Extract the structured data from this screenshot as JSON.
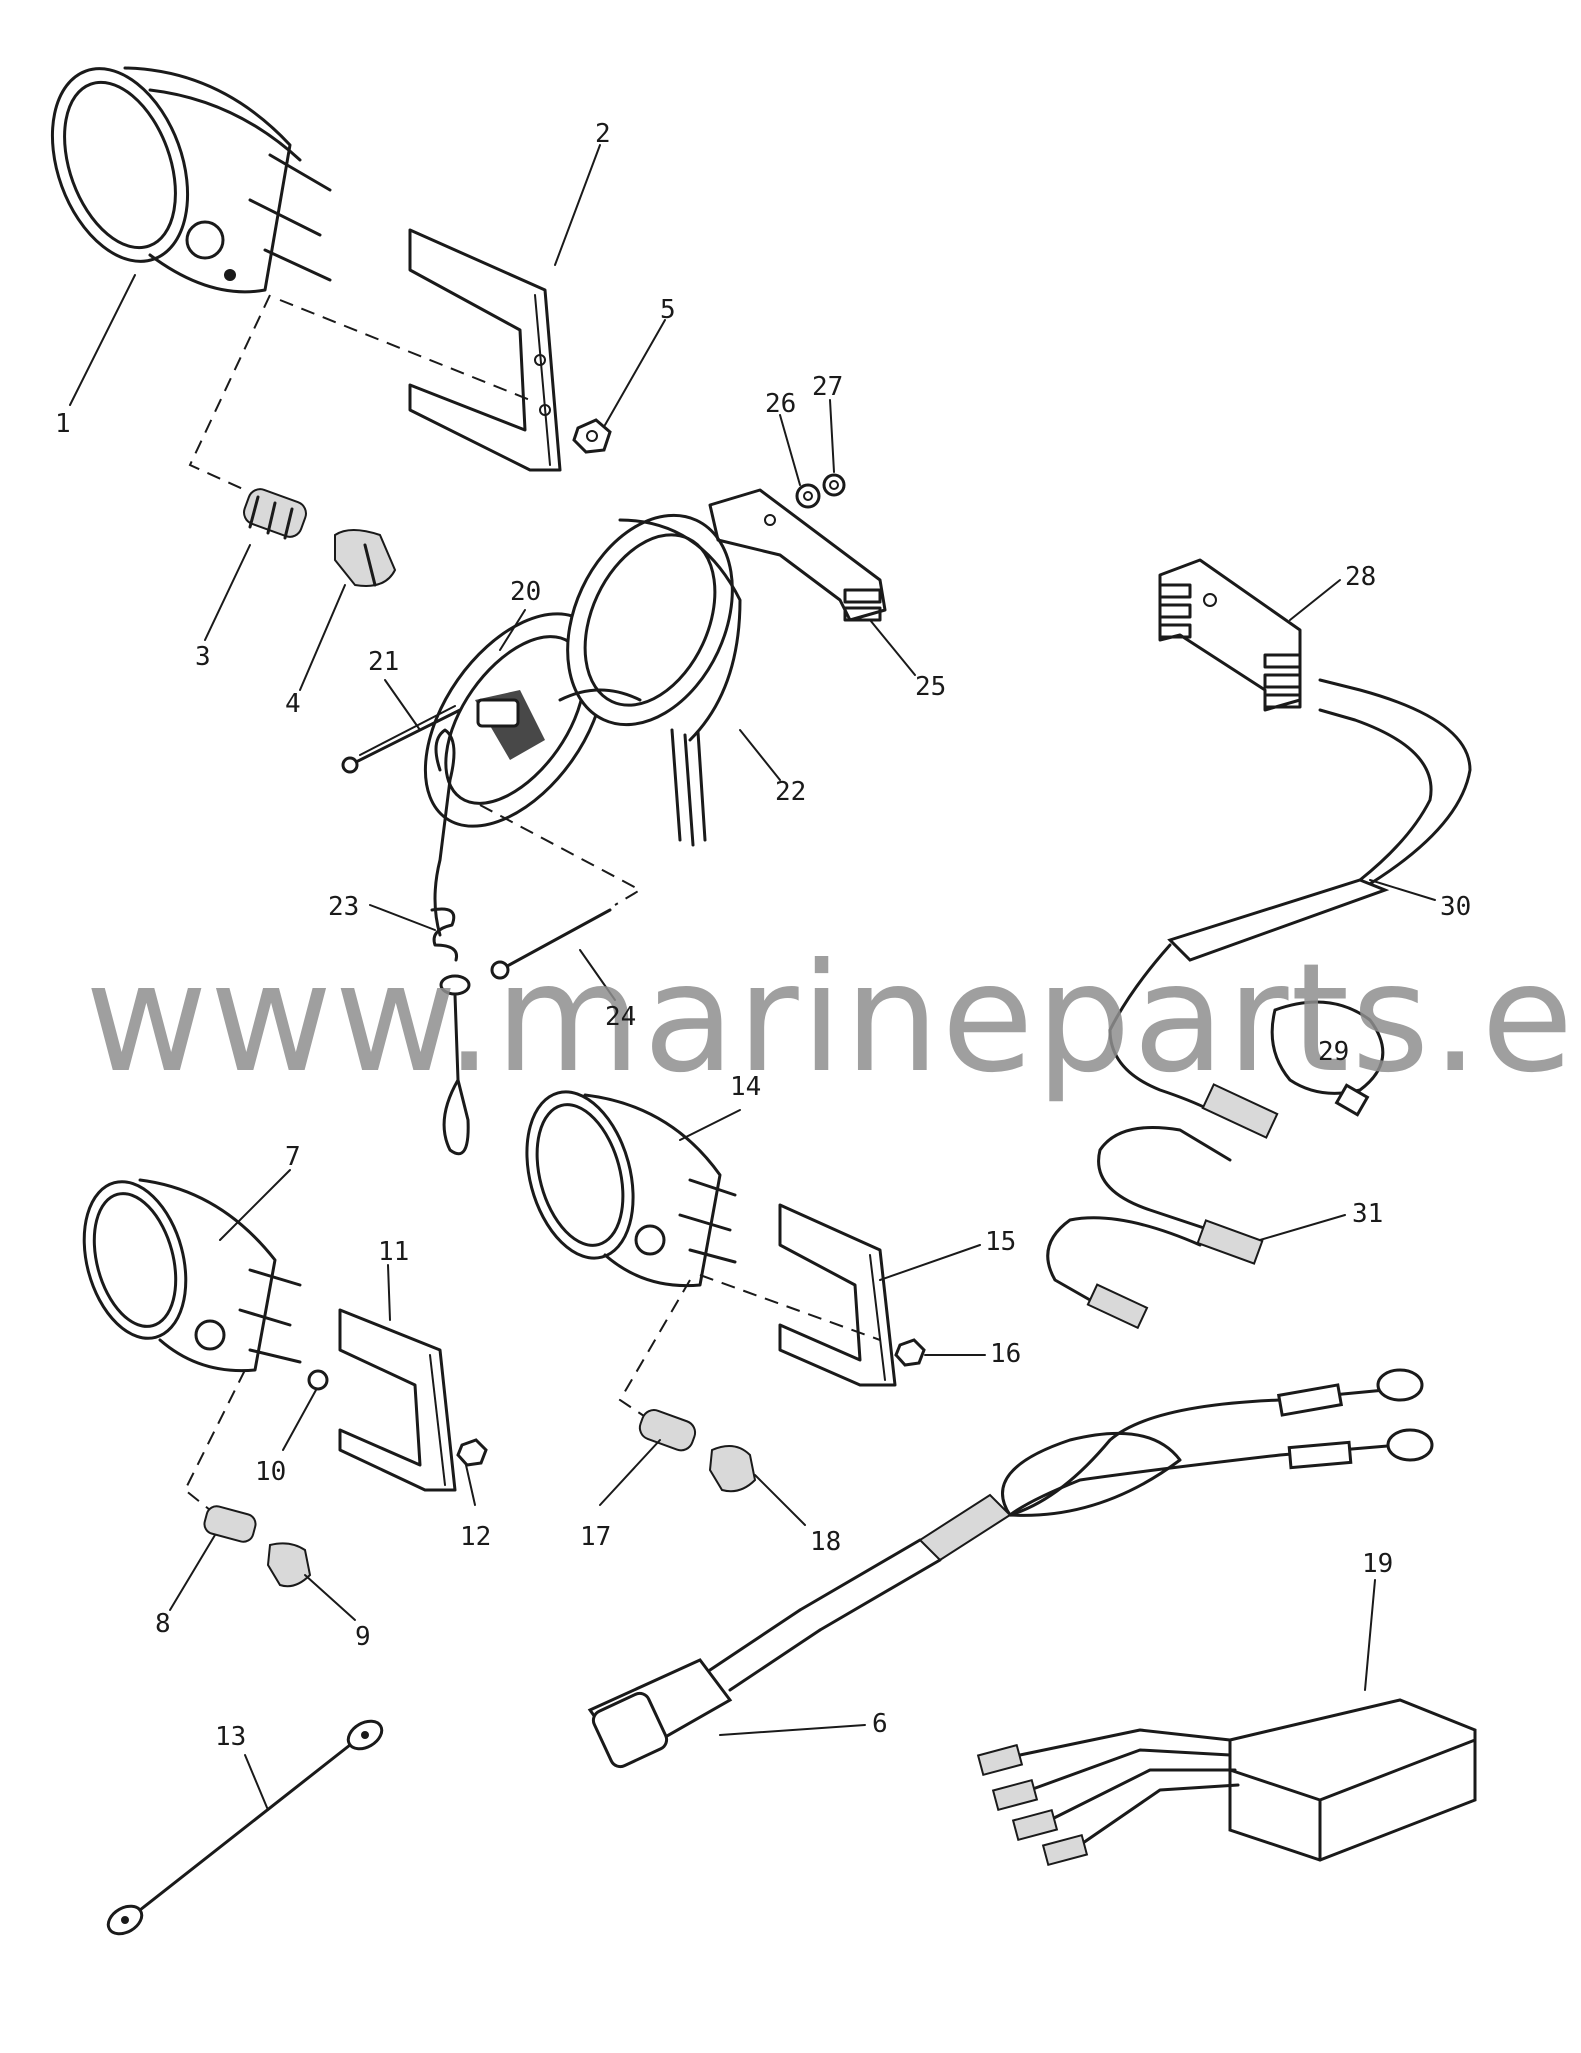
{
  "watermark": "www.marineparts.eu",
  "callouts": {
    "c1": "1",
    "c2": "2",
    "c3": "3",
    "c4": "4",
    "c5": "5",
    "c6": "6",
    "c7": "7",
    "c8": "8",
    "c9": "9",
    "c10": "10",
    "c11": "11",
    "c12": "12",
    "c13": "13",
    "c14": "14",
    "c15": "15",
    "c16": "16",
    "c17": "17",
    "c18": "18",
    "c19": "19",
    "c20": "20",
    "c21": "21",
    "c22": "22",
    "c23": "23",
    "c24": "24",
    "c25": "25",
    "c26": "26",
    "c27": "27",
    "c28": "28",
    "c29": "29",
    "c30": "30",
    "c31": "31"
  },
  "colors": {
    "ink": "#1a1a1a",
    "watermark": "#8f8f8f",
    "background": "#ffffff"
  }
}
